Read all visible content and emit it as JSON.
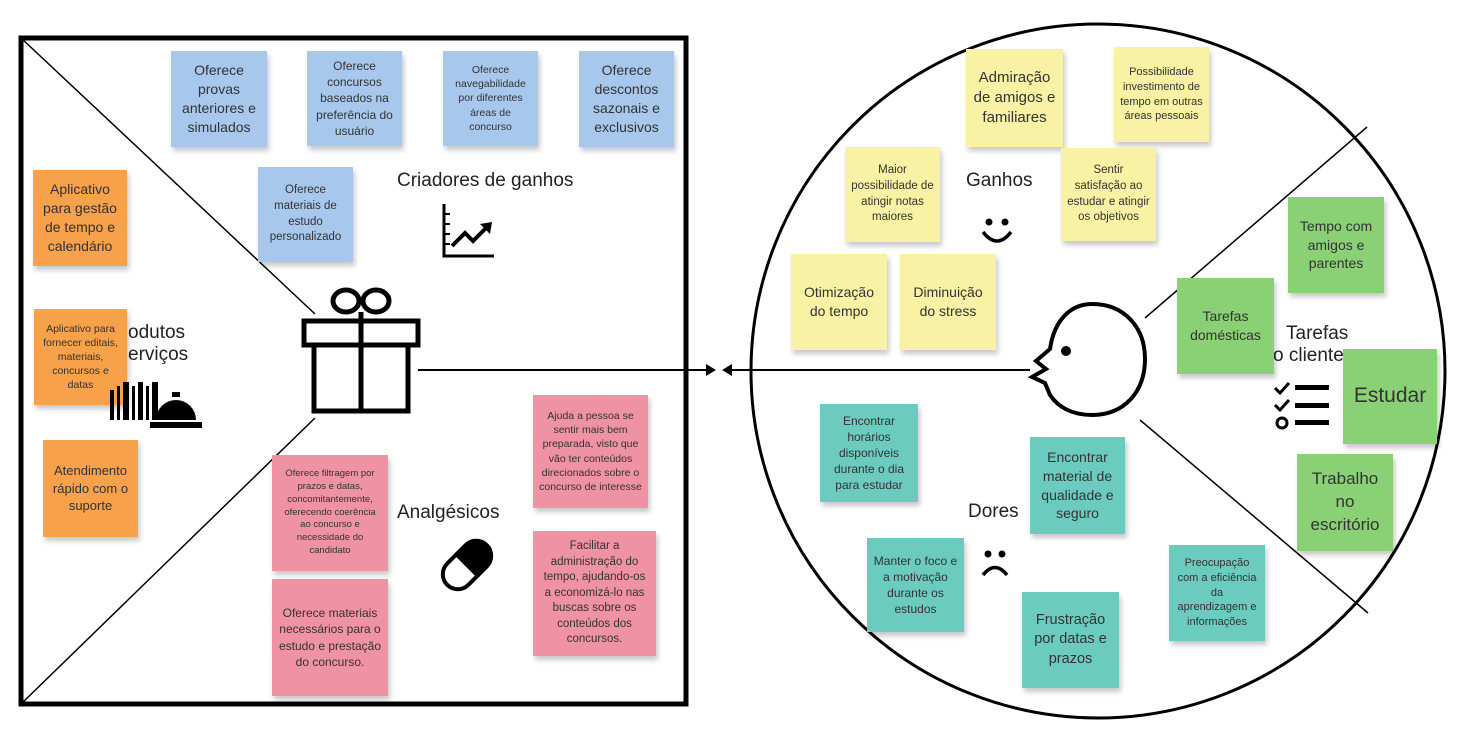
{
  "product_map": {
    "gain_creators": {
      "title": "Criadores de ganhos",
      "notes": [
        "Oferece provas anteriores e simulados",
        "Oferece concursos baseados na preferência do usuário",
        "Oferece navegabilidade por diferentes áreas de concurso",
        "Oferece descontos sazonais e exclusivos",
        "Oferece materiais de estudo personalizado"
      ]
    },
    "products_services": {
      "title_line1": "odutos",
      "title_line2": "erviços",
      "notes": [
        "Aplicativo para gestão de tempo e calendário",
        "Aplicativo para fornecer editais, materiais, concursos e datas",
        "Atendimento rápido com o suporte"
      ]
    },
    "pain_relievers": {
      "title": "Analgésicos",
      "notes": [
        "Oferece filtragem por prazos e datas, concomitantemente, oferecendo coerência ao concurso e necessidade do candidato",
        "Oferece materiais necessários para o estudo e prestação do concurso.",
        "Ajuda a pessoa se sentir mais bem preparada, visto que vão ter conteúdos direcionados sobre o concurso de interesse",
        "Facilitar a administração do tempo, ajudando-os a economizá-lo nas buscas sobre os conteúdos dos concursos."
      ]
    }
  },
  "customer_profile": {
    "gains": {
      "title": "Ganhos",
      "notes": [
        "Admiração de amigos e familiares",
        "Possibilidade investimento de tempo em outras áreas pessoais",
        "Maior possibilidade de atingir notas maiores",
        "Sentir satisfação ao estudar e atingir os objetivos",
        "Otimização do tempo",
        "Diminuição do stress"
      ]
    },
    "jobs": {
      "title_line1": "Tarefas",
      "title_line2": "o cliente",
      "notes": [
        "Tempo com amigos e parentes",
        "Tarefas domésticas",
        "Estudar",
        "Trabalho no escritório"
      ]
    },
    "pains": {
      "title": "Dores",
      "notes": [
        "Encontrar horários disponíveis durante o dia para estudar",
        "Encontrar material de qualidade e seguro",
        "Manter o foco e a motivação durante os estudos",
        "Frustração por datas e prazos",
        "Preocupação com a eficiência da aprendizagem e informações"
      ]
    }
  },
  "colors": {
    "gain_creator_notes": "#a7c8ec",
    "product_notes": "#f7a14a",
    "pain_reliever_notes": "#ef93a4",
    "gain_notes": "#f9f2a4",
    "pain_notes": "#6ccbbf",
    "job_notes": "#89d174"
  },
  "icons": [
    "chart-growth-icon",
    "gift-icon",
    "barcode-icon",
    "service-bell-icon",
    "pill-icon",
    "smile-icon",
    "sad-icon",
    "face-profile-icon",
    "checklist-icon"
  ]
}
